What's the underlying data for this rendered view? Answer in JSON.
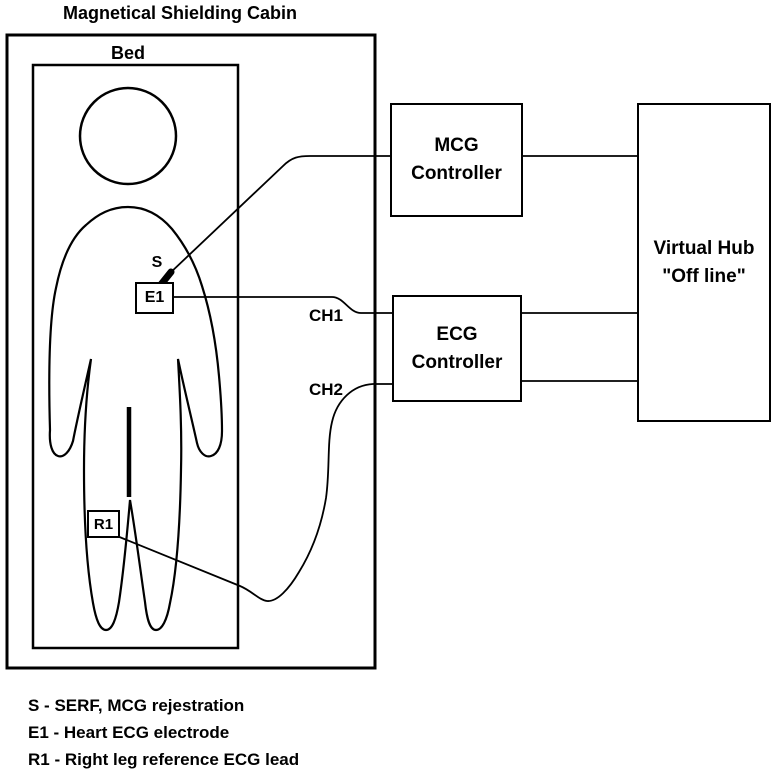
{
  "diagram": {
    "title": "Magnetical Shielding Cabin",
    "bed_label": "Bed",
    "sensor_label": "S",
    "electrode_label": "E1",
    "reference_label": "R1",
    "channel1_label": "CH1",
    "channel2_label": "CH2",
    "mcg_controller": {
      "line1": "MCG",
      "line2": "Controller"
    },
    "ecg_controller": {
      "line1": "ECG",
      "line2": "Controller"
    },
    "virtual_hub": {
      "line1": "Virtual Hub",
      "line2": "\"Off line\""
    },
    "legend": {
      "items": [
        "S - SERF, MCG rejestration",
        "E1 - Heart ECG electrode",
        "R1 - Right leg reference ECG lead"
      ]
    },
    "colors": {
      "ink": "#000000",
      "background": "#ffffff"
    }
  }
}
